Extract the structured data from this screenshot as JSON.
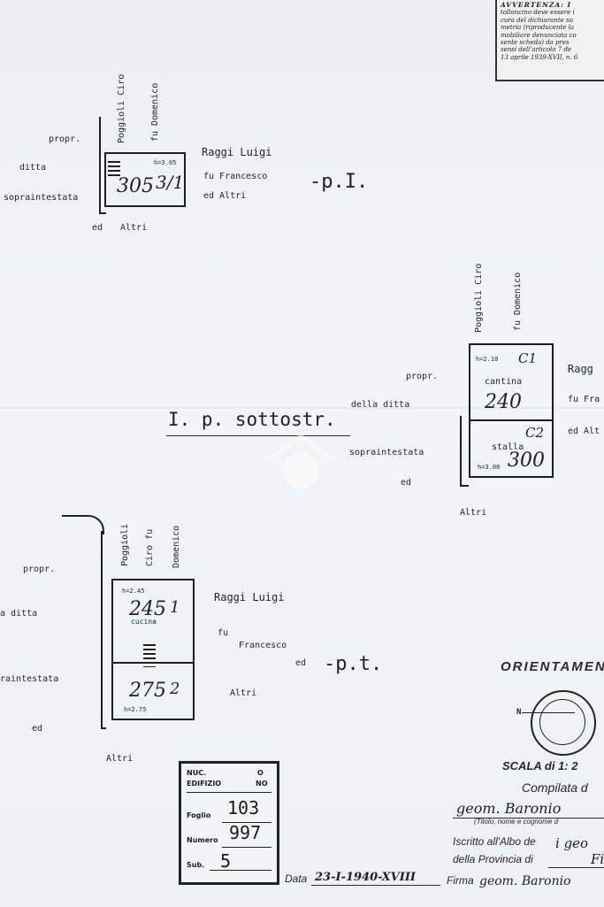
{
  "warning": {
    "heading": "AVVERTENZA: I",
    "lines": [
      "tolloncino deve essere i",
      "cura del dichiarante su",
      "metria (riproducente la",
      "mobiliare denunciata co",
      "sente scheda) da pres",
      "sensi dell'articolo 7 de",
      "13 aprile 1939-XVII, n. 6"
    ]
  },
  "plan_first_floor": {
    "neighbor_vertical_1": "Poggioli Ciro",
    "neighbor_vertical_2": "fu Domenico",
    "left_labels": [
      "propr.",
      "ditta",
      "sopraintestata"
    ],
    "bottom_label_ed": "ed",
    "bottom_label_altri": "Altri",
    "room_number": "305",
    "room_sub": "3/1",
    "height": "h=3.05",
    "right_name": "Raggi Luigi",
    "right_father": "fu Francesco",
    "right_others": "ed Altri",
    "floor_label": "-p.I."
  },
  "plan_basement": {
    "title": "I. p. sottostr.",
    "neighbor_vertical_1": "Poggioli Ciro",
    "neighbor_vertical_2": "fu Domenico",
    "propr": "propr.",
    "della_ditta": "della ditta",
    "soprain": "sopraintestata",
    "ed": "ed",
    "altri": "Altri",
    "room1_height": "h=2.10",
    "room1_code": "C1",
    "room1_name": "cantina",
    "room1_number": "240",
    "room2_code": "C2",
    "room2_name": "stalla",
    "room2_height": "h=3.00",
    "room2_number": "300",
    "right_name": "Ragg",
    "right_father": "fu Fra",
    "right_others": "ed Alt"
  },
  "plan_ground": {
    "neighbor_vertical_1": "Poggioli",
    "neighbor_vertical_2": "Ciro fu",
    "neighbor_vertical_3": "Domenico",
    "left_labels": [
      "propr.",
      "a ditta",
      "raintestata"
    ],
    "ed": "ed",
    "altri": "Altri",
    "room1_height": "h=2.45",
    "room1_number": "245",
    "room1_sub": "1",
    "room1_name": "cucina",
    "room2_number": "275",
    "room2_sub": "2",
    "room2_height": "h=2.75",
    "right_name": "Raggi Luigi",
    "right_fu": "fu",
    "right_father": "Francesco",
    "right_ed": "ed",
    "right_altri": "Altri",
    "floor_label": "-p.t."
  },
  "orientation": {
    "label": "ORIENTAMEN",
    "north": "N"
  },
  "scale": "SCALA di 1: 2",
  "compiled": {
    "compilata": "Compilata d",
    "name": "geom. Baronio",
    "caption": "(Titolo, nome e cognome d",
    "albo": "Iscritto all'Albo de",
    "albo_val": "i geo",
    "provincia": "della Provincia di",
    "provincia_val": "Fi",
    "data_label": "Data",
    "data_val": "23-I-1940-XVIII",
    "firma_label": "Firma",
    "firma_val": "geom. Baronio"
  },
  "stamp": {
    "nuc_label": "NUC.",
    "nuc_end": "O",
    "edi_label": "EDIFIZIO",
    "edi_end": "NO",
    "foglio_label": "Foglio",
    "foglio_val": "103",
    "numero_label": "Numero",
    "numero_val": "997",
    "sub_label": "Sub.",
    "sub_val": "5"
  }
}
